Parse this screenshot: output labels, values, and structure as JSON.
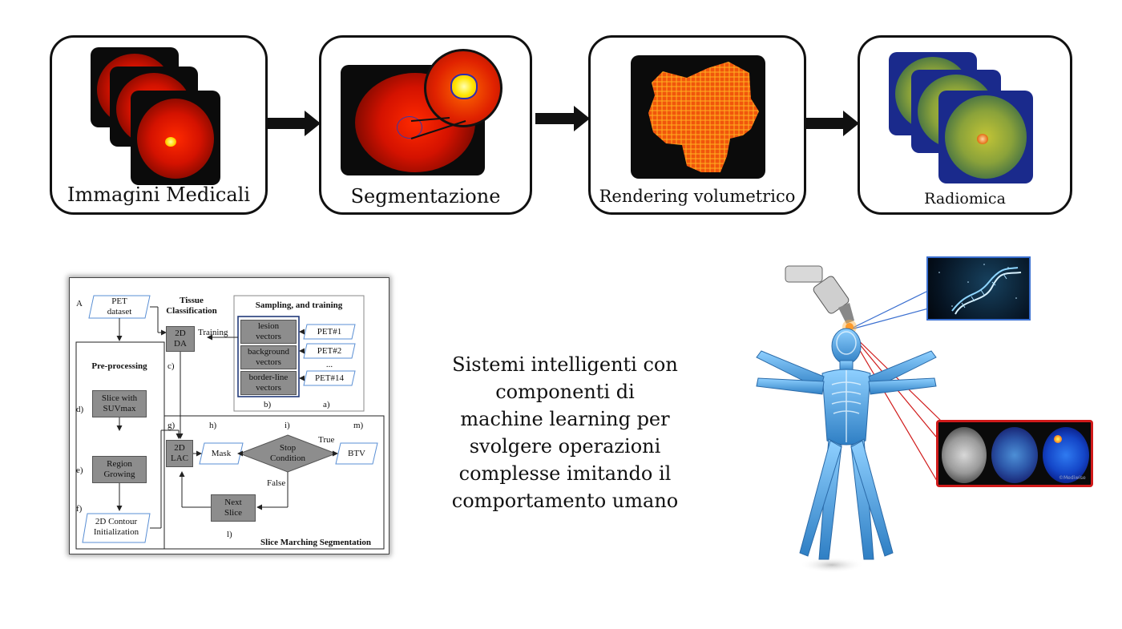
{
  "pipeline": {
    "stages": [
      {
        "label": "Immagini Medicali"
      },
      {
        "label": "Segmentazione"
      },
      {
        "label": "Rendering volumetrico"
      },
      {
        "label": "Radiomica"
      }
    ]
  },
  "flowchart": {
    "labels": {
      "a": "A",
      "pet_dataset_1": "PET",
      "pet_dataset_2": "dataset",
      "tissue_1": "Tissue",
      "tissue_2": "Classification",
      "sampling": "Sampling, and training",
      "da_1": "2D",
      "da_2": "DA",
      "training": "Training",
      "lesion_1": "lesion",
      "lesion_2": "vectors",
      "background_1": "background",
      "background_2": "vectors",
      "border_1": "border-line",
      "border_2": "vectors",
      "pet1": "PET#1",
      "pet2": "PET#2",
      "dots": "...",
      "pet14": "PET#14",
      "lbl_b": "b)",
      "lbl_a": "a)",
      "lbl_c": "c)",
      "preproc": "Pre-processing",
      "lbl_d": "d)",
      "slice_1": "Slice with",
      "slice_2": "SUVmax",
      "lbl_e": "e)",
      "region_1": "Region",
      "region_2": "Growing",
      "lbl_f": "f)",
      "contour_1": "2D Contour",
      "contour_2": "Initialization",
      "lbl_g": "g)",
      "lbl_h": "h)",
      "lbl_i": "i)",
      "lbl_m": "m)",
      "lac_1": "2D",
      "lac_2": "LAC",
      "mask": "Mask",
      "stop_1": "Stop",
      "stop_2": "Condition",
      "true_lbl": "True",
      "btv": "BTV",
      "false_lbl": "False",
      "next_1": "Next",
      "next_2": "Slice",
      "lbl_l": "l)",
      "smseg": "Slice Marching Segmentation"
    }
  },
  "statement": {
    "lines": [
      "Sistemi intelligenti con",
      "componenti di",
      "machine learning per",
      "svolgere operazioni",
      "complesse imitando il",
      "comportamento umano"
    ]
  },
  "illustration": {
    "inset_watermark": "©Mediwise"
  },
  "colors": {
    "pet_red": "#d41200",
    "radiomics_blue": "#1a2a8c",
    "xray_blue": "#4aa3e0",
    "inset_top_border": "#3a6fd0",
    "inset_bottom_border": "#d01a1a"
  }
}
